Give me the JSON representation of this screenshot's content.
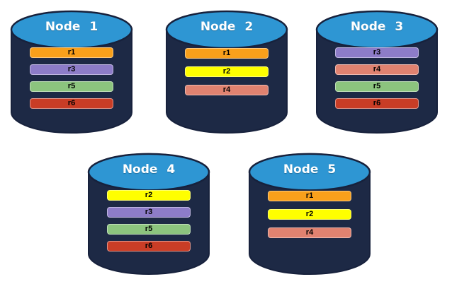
{
  "colors": {
    "background": "#FFFFFF",
    "cylinder_body": "#1D2945",
    "cylinder_outline": "#17213C",
    "cylinder_top": "#2E96D3",
    "node_title_text": "#FFFFFF",
    "bar_text": "#000000",
    "replica_palette": {
      "r1": "#F9A01B",
      "r2": "#FFFF00",
      "r3": "#8D7CC8",
      "r4": "#E08270",
      "r5": "#8CC47E",
      "r6": "#C93D26"
    }
  },
  "nodes": [
    {
      "title": "Node 1",
      "bars": [
        {
          "label": "r1",
          "color": "#F9A01B"
        },
        {
          "label": "r3",
          "color": "#8D7CC8"
        },
        {
          "label": "r5",
          "color": "#8CC47E"
        },
        {
          "label": "r6",
          "color": "#C93D26"
        }
      ]
    },
    {
      "title": "Node 2",
      "bars": [
        {
          "label": "r1",
          "color": "#F9A01B"
        },
        {
          "label": "r2",
          "color": "#FFFF00"
        },
        {
          "label": "r4",
          "color": "#E08270"
        }
      ]
    },
    {
      "title": "Node 3",
      "bars": [
        {
          "label": "r3",
          "color": "#8D7CC8"
        },
        {
          "label": "r4",
          "color": "#E08270"
        },
        {
          "label": "r5",
          "color": "#8CC47E"
        },
        {
          "label": "r6",
          "color": "#C93D26"
        }
      ]
    },
    {
      "title": "Node 4",
      "bars": [
        {
          "label": "r2",
          "color": "#FFFF00"
        },
        {
          "label": "r3",
          "color": "#8D7CC8"
        },
        {
          "label": "r5",
          "color": "#8CC47E"
        },
        {
          "label": "r6",
          "color": "#C93D26"
        }
      ]
    },
    {
      "title": "Node 5",
      "bars": [
        {
          "label": "r1",
          "color": "#F9A01B"
        },
        {
          "label": "r2",
          "color": "#FFFF00"
        },
        {
          "label": "r4",
          "color": "#E08270"
        }
      ]
    }
  ]
}
